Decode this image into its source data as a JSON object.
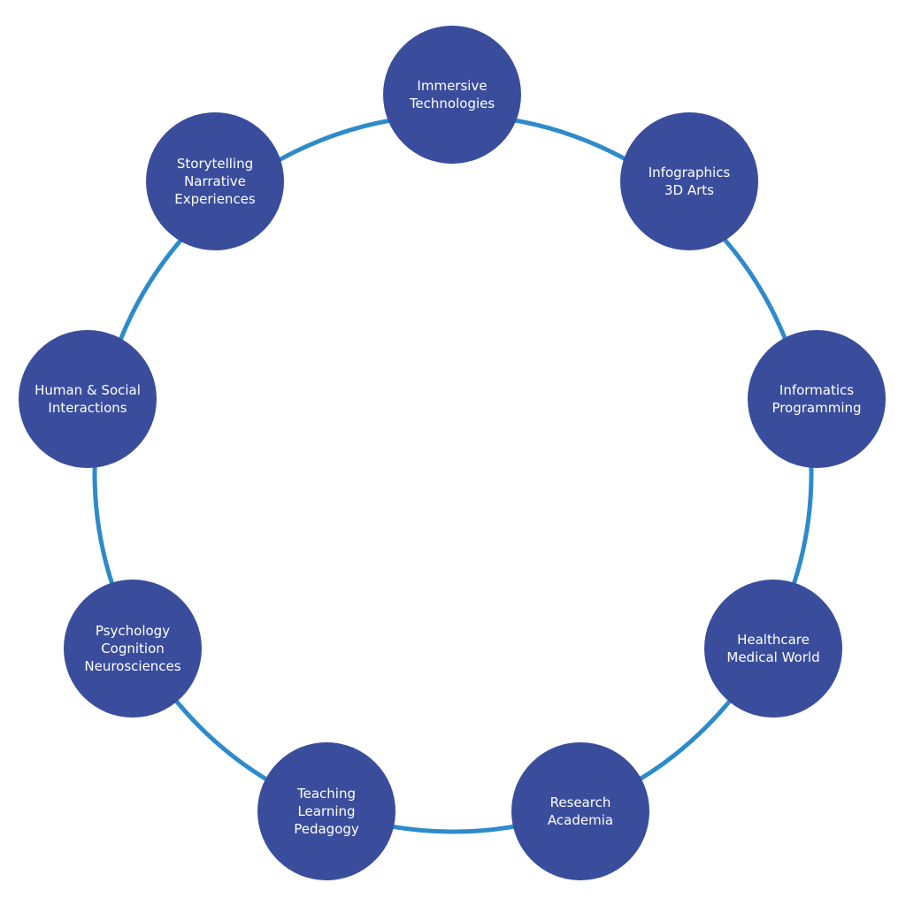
{
  "colors": {
    "ring": "#2e8bcb",
    "node_fill": "#3a4d9c",
    "node_text": "#ffffff",
    "background": "#ffffff"
  },
  "nodes": [
    {
      "id": "immersive-technologies",
      "lines": [
        "Immersive",
        "Technologies"
      ]
    },
    {
      "id": "infographics-3d-arts",
      "lines": [
        "Infographics",
        "3D Arts"
      ]
    },
    {
      "id": "informatics-programming",
      "lines": [
        "Informatics",
        "Programming"
      ]
    },
    {
      "id": "healthcare-medical-world",
      "lines": [
        "Healthcare",
        "Medical World"
      ]
    },
    {
      "id": "research-academia",
      "lines": [
        "Research",
        "Academia"
      ]
    },
    {
      "id": "teaching-learning-pedagogy",
      "lines": [
        "Teaching",
        "Learning",
        "Pedagogy"
      ]
    },
    {
      "id": "psychology-cognition-neurosciences",
      "lines": [
        "Psychology",
        "Cognition",
        "Neurosciences"
      ]
    },
    {
      "id": "human-social-interactions",
      "lines": [
        "Human & Social",
        "Interactions"
      ]
    },
    {
      "id": "storytelling-narrative-experiences",
      "lines": [
        "Storytelling",
        "Narrative",
        "Experiences"
      ]
    }
  ]
}
